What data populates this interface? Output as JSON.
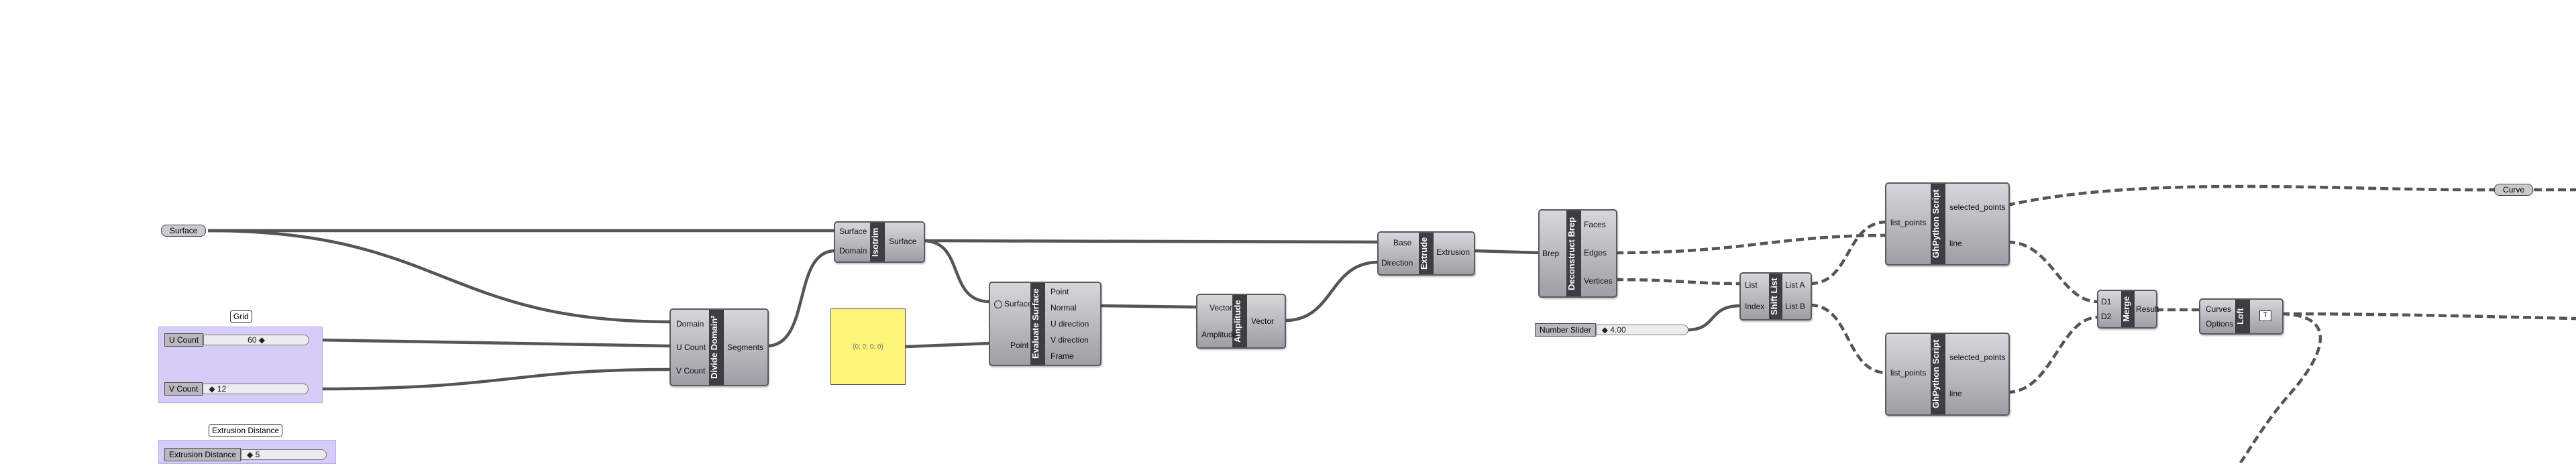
{
  "params": {
    "surface": "Surface",
    "curve": "Curve"
  },
  "groups": {
    "grid": {
      "title": "Grid"
    },
    "extrusion": {
      "title": "Extrusion Distance"
    }
  },
  "sliders": {
    "u_count": {
      "label": "U Count",
      "value": "60 ◆"
    },
    "v_count": {
      "label": "V Count",
      "value": "◆ 12"
    },
    "extrusion_distance": {
      "label": "Extrusion Distance",
      "value": "◆ 5"
    },
    "number_slider": {
      "label": "Number Slider",
      "value": "◆ 4.00"
    }
  },
  "panel": {
    "text": "{0; 0; 0; 0}"
  },
  "components": {
    "divide_domain": {
      "name": "Divide Domain²",
      "in": [
        "Domain",
        "U Count",
        "V Count"
      ],
      "out": [
        "Segments"
      ]
    },
    "isotrim": {
      "name": "Isotrim",
      "in": [
        "Surface",
        "Domain"
      ],
      "out": [
        "Surface"
      ]
    },
    "evaluate_surface": {
      "name": "Evaluate Surface",
      "in": [
        "Surface",
        "Point"
      ],
      "out": [
        "Point",
        "Normal",
        "U direction",
        "V direction",
        "Frame"
      ]
    },
    "amplitude": {
      "name": "Amplitude",
      "in": [
        "Vector",
        "Amplitude"
      ],
      "out": [
        "Vector"
      ]
    },
    "extrude": {
      "name": "Extrude",
      "in": [
        "Base",
        "Direction"
      ],
      "out": [
        "Extrusion"
      ]
    },
    "deconstruct_brep": {
      "name": "Deconstruct Brep",
      "in": [
        "Brep"
      ],
      "out": [
        "Faces",
        "Edges",
        "Vertices"
      ]
    },
    "shift_list": {
      "name": "Shift List",
      "in": [
        "List",
        "Index"
      ],
      "out": [
        "List A",
        "List B"
      ]
    },
    "python_top": {
      "name": "GhPython Script",
      "in": [
        "list_points"
      ],
      "out": [
        "selected_points",
        "line"
      ]
    },
    "python_bottom": {
      "name": "GhPython Script",
      "in": [
        "list_points"
      ],
      "out": [
        "selected_points",
        "line"
      ]
    },
    "merge": {
      "name": "Merge",
      "in": [
        "D1",
        "D2"
      ],
      "out": [
        "Result"
      ]
    },
    "loft": {
      "name": "Loft",
      "in": [
        "Curves",
        "Options"
      ],
      "out": [
        "Loft"
      ]
    }
  }
}
